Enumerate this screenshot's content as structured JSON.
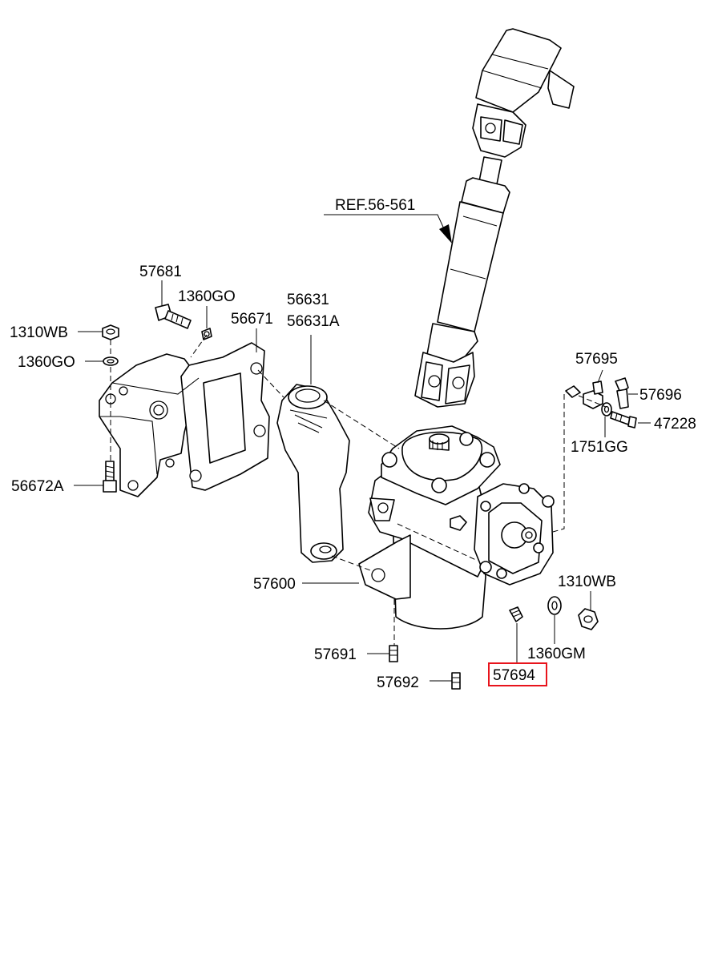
{
  "ref_label": "REF.56-561",
  "labels": {
    "p57681": "57681",
    "p1360go_a": "1360GO",
    "p1310wb_a": "1310WB",
    "p1360go_b": "1360GO",
    "p56671": "56671",
    "p56631": "56631",
    "p56631a": "56631A",
    "p56672a": "56672A",
    "p57600": "57600",
    "p57691": "57691",
    "p57692": "57692",
    "p57695": "57695",
    "p57696": "57696",
    "p47228": "47228",
    "p1751gg": "1751GG",
    "p1310wb_b": "1310WB",
    "p1360gm": "1360GM",
    "p57694": "57694"
  },
  "highlight": {
    "part": "57694",
    "color": "#e8141c"
  }
}
